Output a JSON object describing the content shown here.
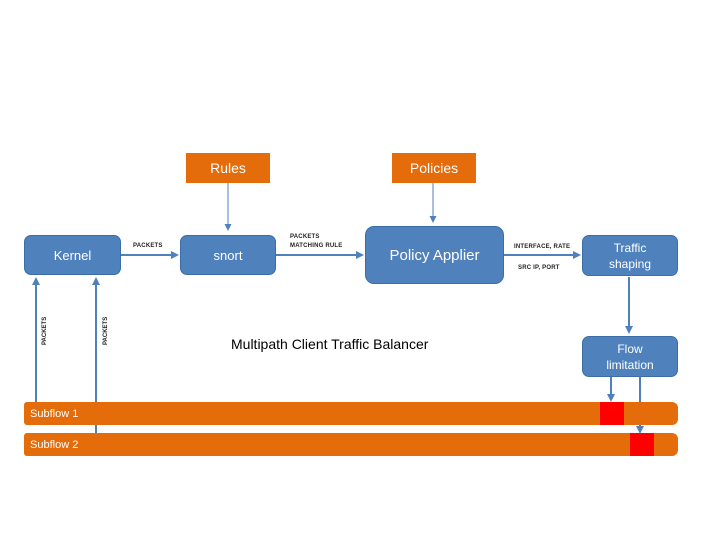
{
  "nodes": {
    "rules": "Rules",
    "policies": "Policies",
    "kernel": "Kernel",
    "snort": "snort",
    "policy_applier": "Policy Applier",
    "traffic_shaping": "Traffic shaping",
    "flow_limitation": "Flow limitation"
  },
  "edge_labels": {
    "kernel_to_snort": "PACKETS",
    "snort_to_applier_line1": "PACKETS",
    "snort_to_applier_line2": "MATCHING RULE",
    "applier_to_shaping_top": "INTERFACE, RATE",
    "applier_to_shaping_bottom": "SRC IP, PORT",
    "subflow1_to_kernel": "PACKETS",
    "subflow2_to_kernel": "PACKETS"
  },
  "title": "Multipath Client Traffic Balancer",
  "subflows": [
    "Subflow 1",
    "Subflow 2"
  ],
  "colors": {
    "blue": "#4f81bd",
    "orange": "#e46c0a",
    "red": "#ff0000",
    "arrow": "#4f81bd"
  }
}
